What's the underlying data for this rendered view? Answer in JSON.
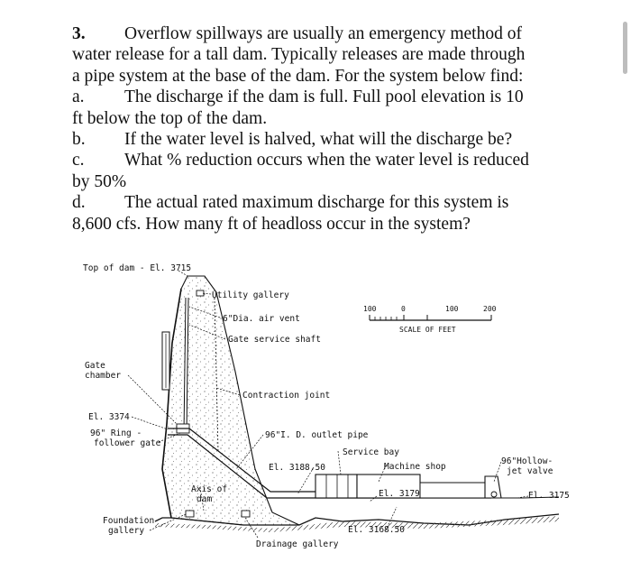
{
  "problem": {
    "number": "3.",
    "intro": [
      "Overflow spillways are usually an emergency method of",
      "water release for a tall dam. Typically releases are made through",
      "a pipe system at the base of the dam. For the system below find:"
    ],
    "parts": {
      "a": {
        "label": "a.",
        "lines": [
          "The discharge if the dam is full. Full pool elevation is 10",
          "ft below the top of the dam."
        ]
      },
      "b": {
        "label": "b.",
        "lines": [
          "If the water level is halved, what will the discharge be?"
        ]
      },
      "c": {
        "label": "c.",
        "lines": [
          "What % reduction occurs when the water level is reduced",
          "by 50%"
        ]
      },
      "d": {
        "label": "d.",
        "lines": [
          "The actual rated maximum discharge for this system is",
          "8,600 cfs. How many ft of headloss occur in the system?"
        ]
      }
    }
  },
  "figure": {
    "labels": {
      "top_of_dam": "Top of dam - El. 3715",
      "utility_gallery": "Utility gallery",
      "air_vent": "6\"Dia. air vent",
      "gate_shaft": "Gate service shaft",
      "gate_chamber_1": "Gate",
      "gate_chamber_2": "chamber",
      "contraction_joint": "Contraction joint",
      "el_3374": "El. 3374",
      "ring_follower_1": "96\" Ring -",
      "ring_follower_2": "follower gate",
      "outlet_pipe": "96\"I. D. outlet pipe",
      "service_bay": "Service bay",
      "machine_shop": "Machine shop",
      "el_3188": "El. 3188.50",
      "el_3179": "El. 3179",
      "hollow_jet_1": "96\"Hollow-",
      "hollow_jet_2": "jet valve",
      "el_3175": "El. 3175",
      "axis_1": "Axis of",
      "axis_2": "dam",
      "foundation_1": "Foundation",
      "foundation_2": "gallery",
      "el_3168": "El. 3168.50",
      "drainage_gallery": "Drainage gallery"
    },
    "scale": {
      "ticks": [
        "100",
        "0",
        "100",
        "200"
      ],
      "caption": "SCALE OF FEET"
    }
  }
}
